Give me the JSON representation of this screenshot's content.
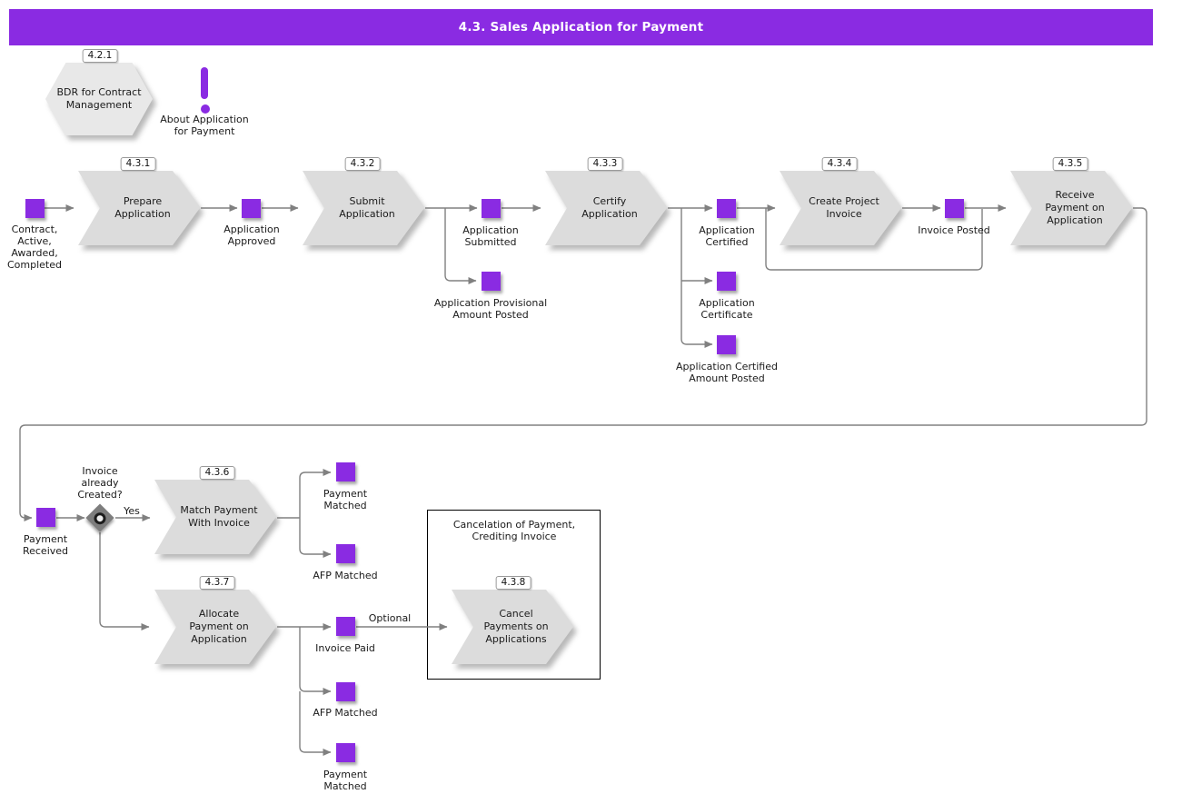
{
  "header": {
    "title": "4.3. Sales Application for Payment"
  },
  "upstream_process": {
    "tag": "4.2.1",
    "label": "BDR for Contract Management"
  },
  "note": {
    "label": "About Application for Payment"
  },
  "processes": [
    {
      "tag": "4.3.1",
      "label": "Prepare Application"
    },
    {
      "tag": "4.3.2",
      "label": "Submit Application"
    },
    {
      "tag": "4.3.3",
      "label": "Certify Application"
    },
    {
      "tag": "4.3.4",
      "label": "Create Project Invoice"
    },
    {
      "tag": "4.3.5",
      "label": "Receive Payment on Application"
    },
    {
      "tag": "4.3.6",
      "label": "Match Payment With Invoice"
    },
    {
      "tag": "4.3.7",
      "label": "Allocate Payment on Application"
    },
    {
      "tag": "4.3.8",
      "label": "Cancel Payments on Applications"
    }
  ],
  "events": [
    {
      "label": "Contract, Active, Awarded, Completed"
    },
    {
      "label": "Application Approved"
    },
    {
      "label": "Application Submitted"
    },
    {
      "label": "Application Provisional Amount Posted"
    },
    {
      "label": "Application Certified"
    },
    {
      "label": "Application Certificate"
    },
    {
      "label": "Application Certified Amount Posted"
    },
    {
      "label": "Invoice Posted"
    },
    {
      "label": "Payment Received"
    },
    {
      "label": "Payment Matched"
    },
    {
      "label": "AFP Matched"
    },
    {
      "label": "Invoice Paid"
    },
    {
      "label": "AFP Matched"
    },
    {
      "label": "Payment Matched"
    }
  ],
  "gateway": {
    "question": "Invoice already Created?",
    "branch_label": "Yes"
  },
  "edge_labels": {
    "optional": "Optional"
  },
  "group_box": {
    "title": "Cancelation of Payment, Crediting Invoice"
  },
  "colors": {
    "accent": "#8a2be2",
    "process_fill": "#dcdcdc",
    "line": "#808080"
  }
}
